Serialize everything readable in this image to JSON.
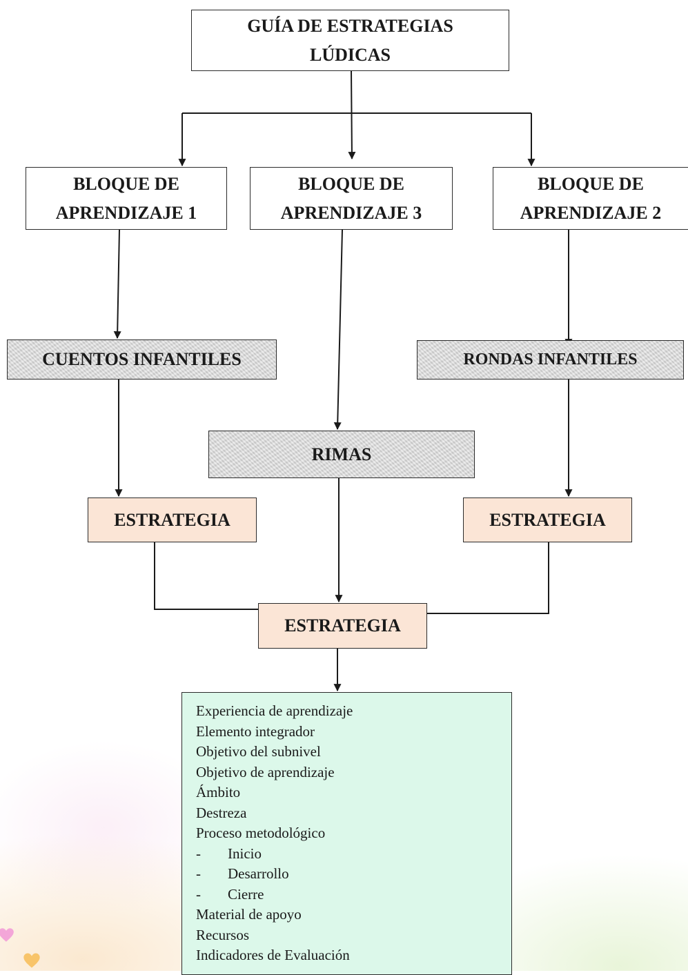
{
  "title": "GUÍA DE ESTRATEGIAS LÚDICAS",
  "blocks": [
    {
      "label": "BLOQUE DE APRENDIZAJE 1"
    },
    {
      "label": "BLOQUE DE APRENDIZAJE 3"
    },
    {
      "label": "BLOQUE DE APRENDIZAJE 2"
    }
  ],
  "topics": {
    "left": "CUENTOS INFANTILES",
    "middle": "RIMAS",
    "right": "RONDAS INFANTILES"
  },
  "strategies": {
    "left": "ESTRATEGIA",
    "right": "ESTRATEGIA",
    "center": "ESTRATEGIA"
  },
  "details": {
    "items": [
      {
        "text": "Experiencia de aprendizaje",
        "sub": false
      },
      {
        "text": "Elemento integrador",
        "sub": false
      },
      {
        "text": "Objetivo del subnivel",
        "sub": false
      },
      {
        "text": "Objetivo de aprendizaje",
        "sub": false
      },
      {
        "text": "Ámbito",
        "sub": false
      },
      {
        "text": "Destreza",
        "sub": false
      },
      {
        "text": "Proceso metodológico",
        "sub": false
      },
      {
        "text": "Inicio",
        "sub": true
      },
      {
        "text": "Desarrollo",
        "sub": true
      },
      {
        "text": "Cierre",
        "sub": true
      },
      {
        "text": "Material de apoyo",
        "sub": false
      },
      {
        "text": "Recursos",
        "sub": false
      },
      {
        "text": "Indicadores de Evaluación",
        "sub": false
      }
    ]
  },
  "colors": {
    "stone_fill": "#d9d9d9",
    "strategy_fill": "#fbe5d6",
    "details_fill": "#dcf8ea",
    "line": "#1a1a1a"
  }
}
